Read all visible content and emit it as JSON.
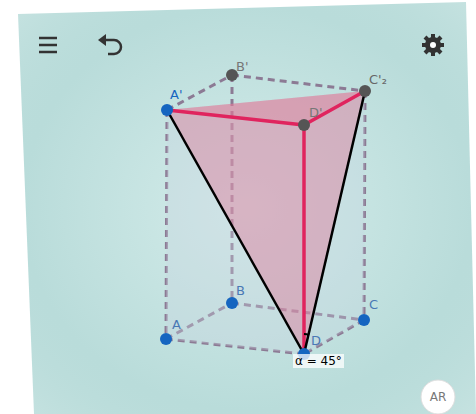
{
  "diagram": {
    "labels": [
      "A'",
      "B'",
      "C'₂",
      "D'",
      "A",
      "B",
      "C",
      "D",
      "α = 45°",
      "AR"
    ]
  }
}
